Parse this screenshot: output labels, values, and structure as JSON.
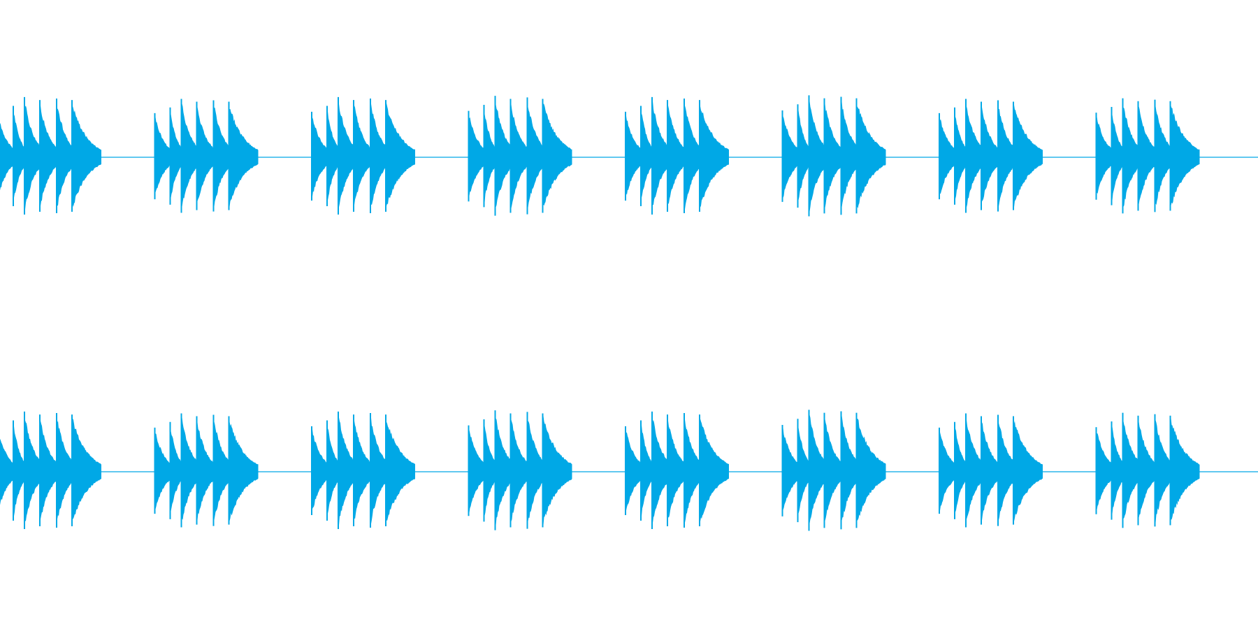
{
  "waveform": {
    "color": "#00a8e6",
    "background": "#ffffff",
    "channels": 2,
    "bursts_per_channel": 8,
    "hits_per_burst": 6,
    "hit_peaks": [
      0.62,
      0.7,
      0.82,
      0.78,
      0.8,
      0.78
    ],
    "burst_peak_scale": [
      1.0,
      0.97,
      1.0,
      1.02,
      1.0,
      1.03,
      0.97,
      0.98
    ]
  }
}
